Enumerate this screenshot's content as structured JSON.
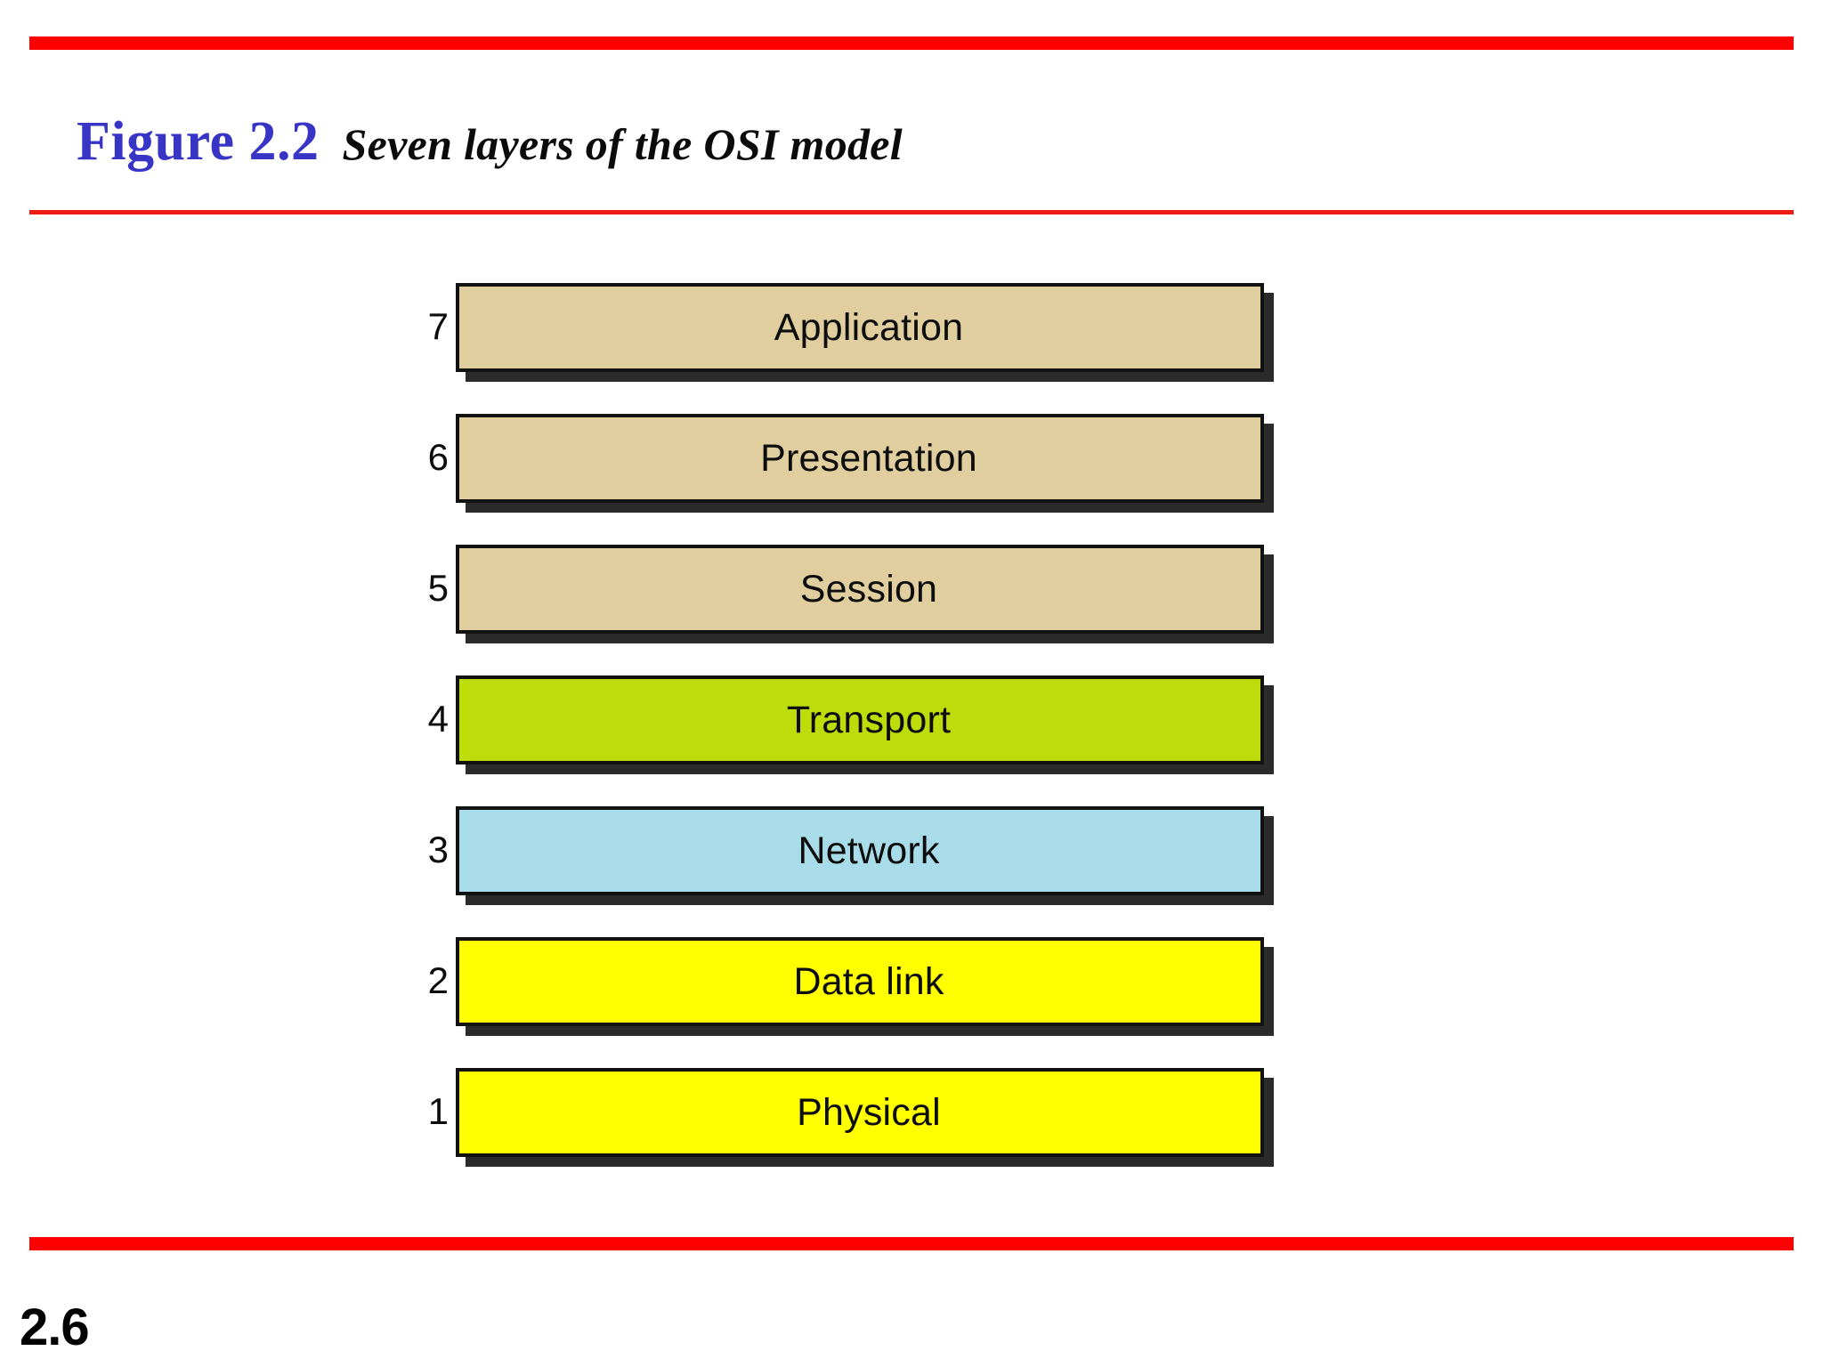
{
  "slide": {
    "page_number": "2.6",
    "accent_color": "#FF0000",
    "rule_thin_color": "#EC1C12",
    "background_color": "#FFFFFF"
  },
  "title": {
    "figure_label": "Figure 2.2",
    "figure_label_color": "#3734C6",
    "caption": "Seven layers of the OSI model",
    "caption_color": "#0B0B0B"
  },
  "diagram": {
    "name": "osi-seven-layer-stack",
    "layers": [
      {
        "number": "7",
        "label": "Application",
        "fill": "#E0CE9F",
        "border": "#121212",
        "shadow": "#2B2B2B"
      },
      {
        "number": "6",
        "label": "Presentation",
        "fill": "#E0CE9F",
        "border": "#121212",
        "shadow": "#2B2B2B"
      },
      {
        "number": "5",
        "label": "Session",
        "fill": "#E0CE9F",
        "border": "#121212",
        "shadow": "#2B2B2B"
      },
      {
        "number": "4",
        "label": "Transport",
        "fill": "#BEDC0A",
        "border": "#121212",
        "shadow": "#2B2B2B"
      },
      {
        "number": "3",
        "label": "Network",
        "fill": "#A8DCE8",
        "border": "#121212",
        "shadow": "#2B2B2B"
      },
      {
        "number": "2",
        "label": "Data link",
        "fill": "#FFFF00",
        "border": "#121212",
        "shadow": "#2B2B2B"
      },
      {
        "number": "1",
        "label": "Physical",
        "fill": "#FFFF00",
        "border": "#121212",
        "shadow": "#2B2B2B"
      }
    ]
  }
}
